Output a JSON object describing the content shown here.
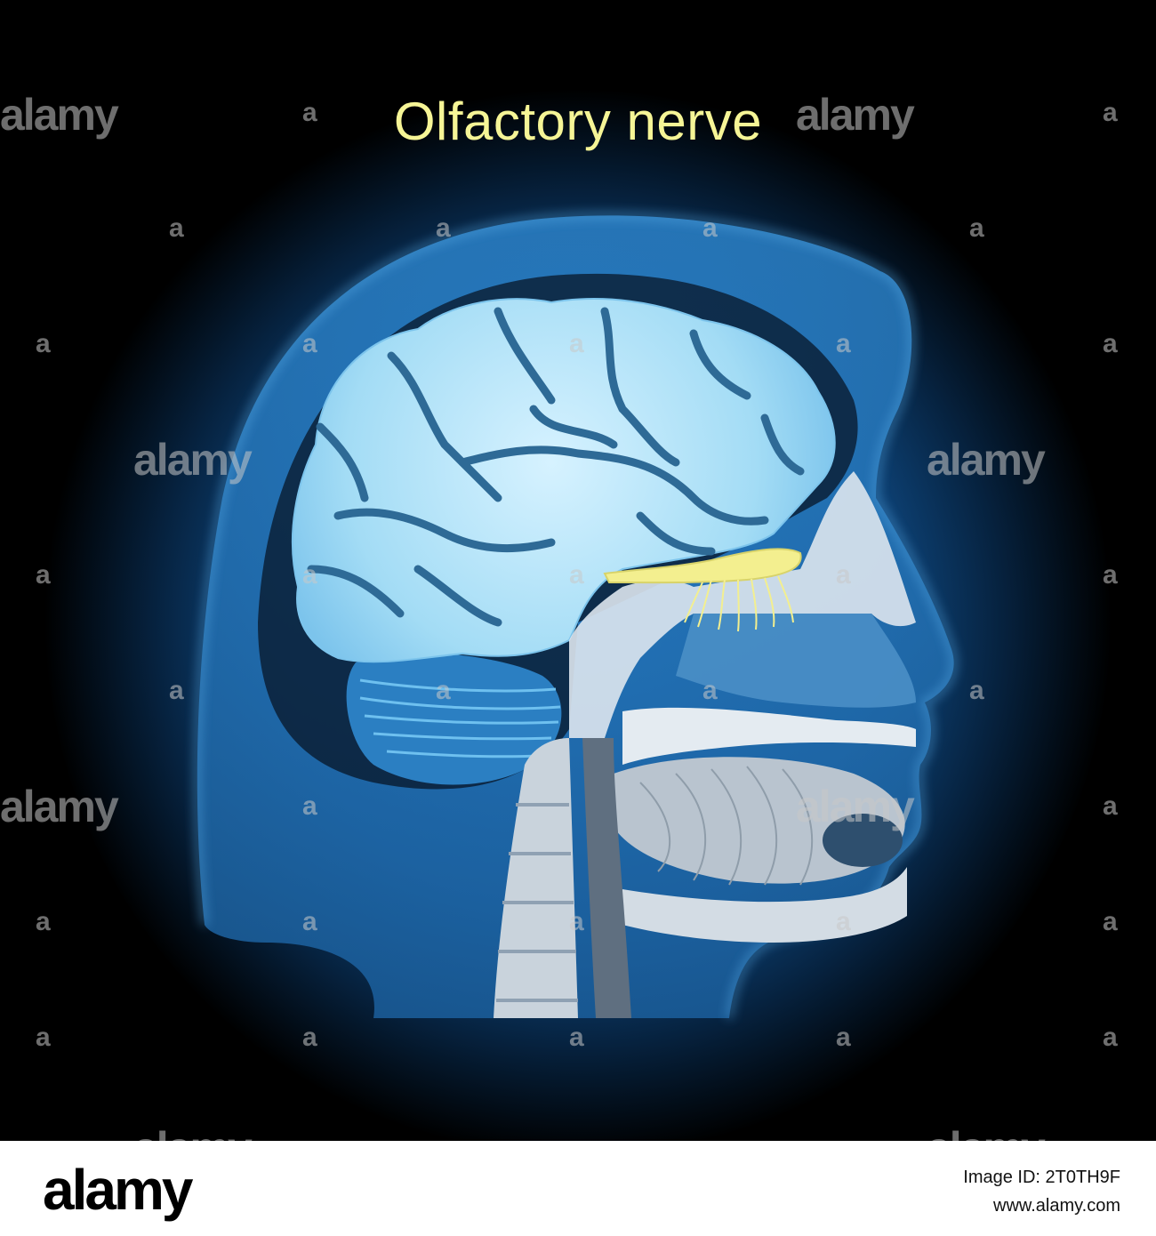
{
  "title": "Olfactory nerve",
  "watermark": {
    "text": "alamy",
    "mark": "a"
  },
  "footer": {
    "logo": "alamy",
    "image_id": "Image ID: 2T0TH9F",
    "site": "www.alamy.com"
  },
  "colors": {
    "background": "#000000",
    "glow": "#1a6fc0",
    "brain": "#9fdcf5",
    "nerve": "#f3ef8f",
    "bone": "#dde6ee",
    "title": "#f6f596"
  }
}
